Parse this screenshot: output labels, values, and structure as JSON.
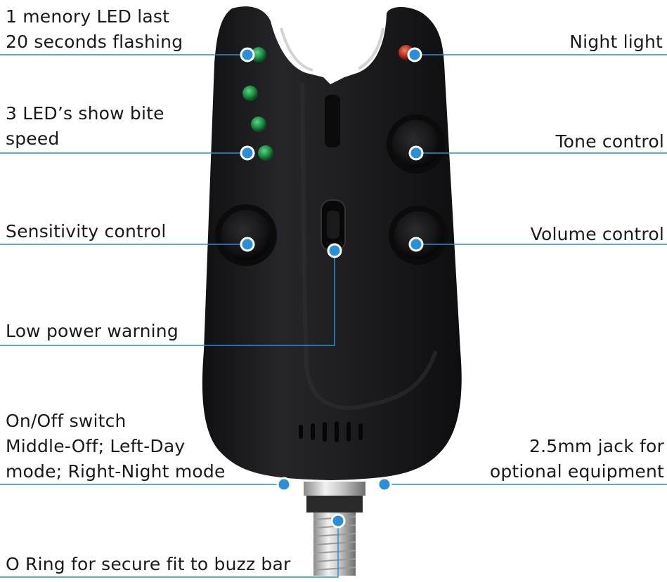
{
  "callouts": {
    "memory_led": {
      "lines": [
        "1 menory LED last",
        "20 seconds flashing"
      ]
    },
    "night_light": {
      "lines": [
        "Night light"
      ]
    },
    "bite_speed": {
      "lines": [
        "3 LED’s show bite",
        "speed"
      ]
    },
    "tone_control": {
      "lines": [
        "Tone control"
      ]
    },
    "sensitivity_control": {
      "lines": [
        "Sensitivity control"
      ]
    },
    "volume_control": {
      "lines": [
        "Volume control"
      ]
    },
    "low_power": {
      "lines": [
        "Low power warning"
      ]
    },
    "on_off_switch": {
      "lines": [
        "On/Off switch",
        "Middle-Off; Left-Day",
        "mode; Right-Night mode"
      ]
    },
    "jack": {
      "lines": [
        "2.5mm jack for",
        "optional equipment"
      ]
    },
    "o_ring": {
      "lines": [
        "O Ring for secure fit to buzz bar"
      ]
    }
  },
  "colors": {
    "leader_line": "#2a8fd6",
    "dot_fill": "#2a8fd6",
    "dot_stroke": "#ffffff",
    "body": "#1c1c1e",
    "led_green": "#1f8f45",
    "led_red": "#b8321c"
  }
}
